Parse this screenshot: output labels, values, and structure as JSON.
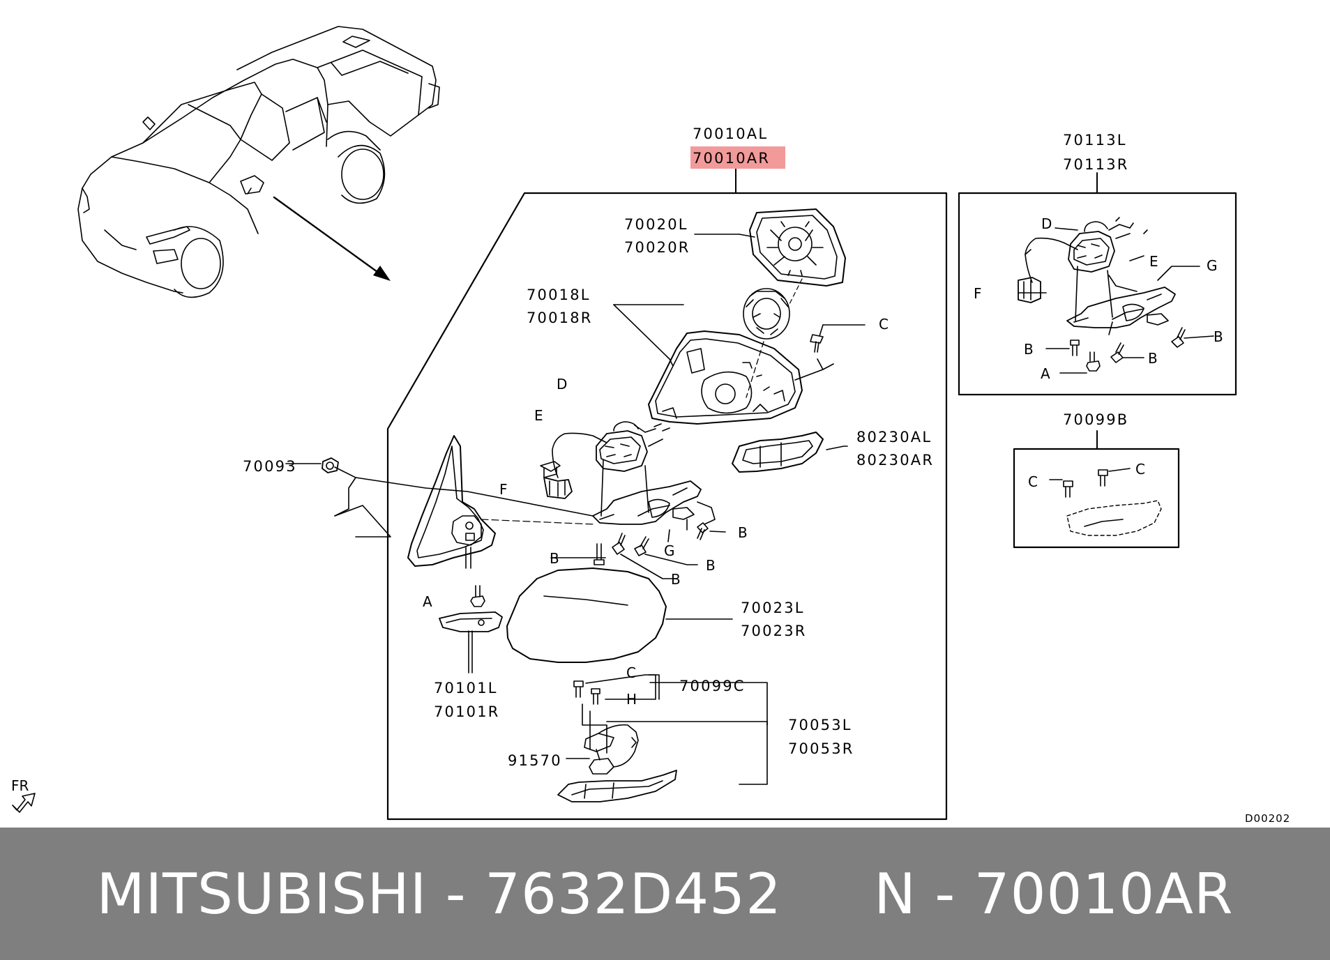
{
  "diagram": {
    "labels": {
      "assy_l": "70010AL",
      "assy_r": "70010AR",
      "motor_l": "70113L",
      "motor_r": "70113R",
      "glass_l": "70020L",
      "glass_r": "70020R",
      "housing_l": "70018L",
      "housing_r": "70018R",
      "lamp_l": "80230AL",
      "lamp_r": "80230AR",
      "nut": "70093",
      "cover_l": "70023L",
      "cover_r": "70023R",
      "base_l": "70101L",
      "base_r": "70101R",
      "screw_set": "70099C",
      "lamp2_l": "70053L",
      "lamp2_r": "70053R",
      "socket": "91570",
      "kit": "70099B",
      "fr": "FR",
      "code": "D00202"
    },
    "letters": {
      "a": "A",
      "b": "B",
      "c": "C",
      "d": "D",
      "e": "E",
      "f": "F",
      "g": "G",
      "h": "H"
    },
    "highlight_color": "#f29a9a"
  },
  "footer": {
    "text": "MITSUBISHI - 7632D452     N - 70010AR",
    "background": "#7f7f7f"
  }
}
